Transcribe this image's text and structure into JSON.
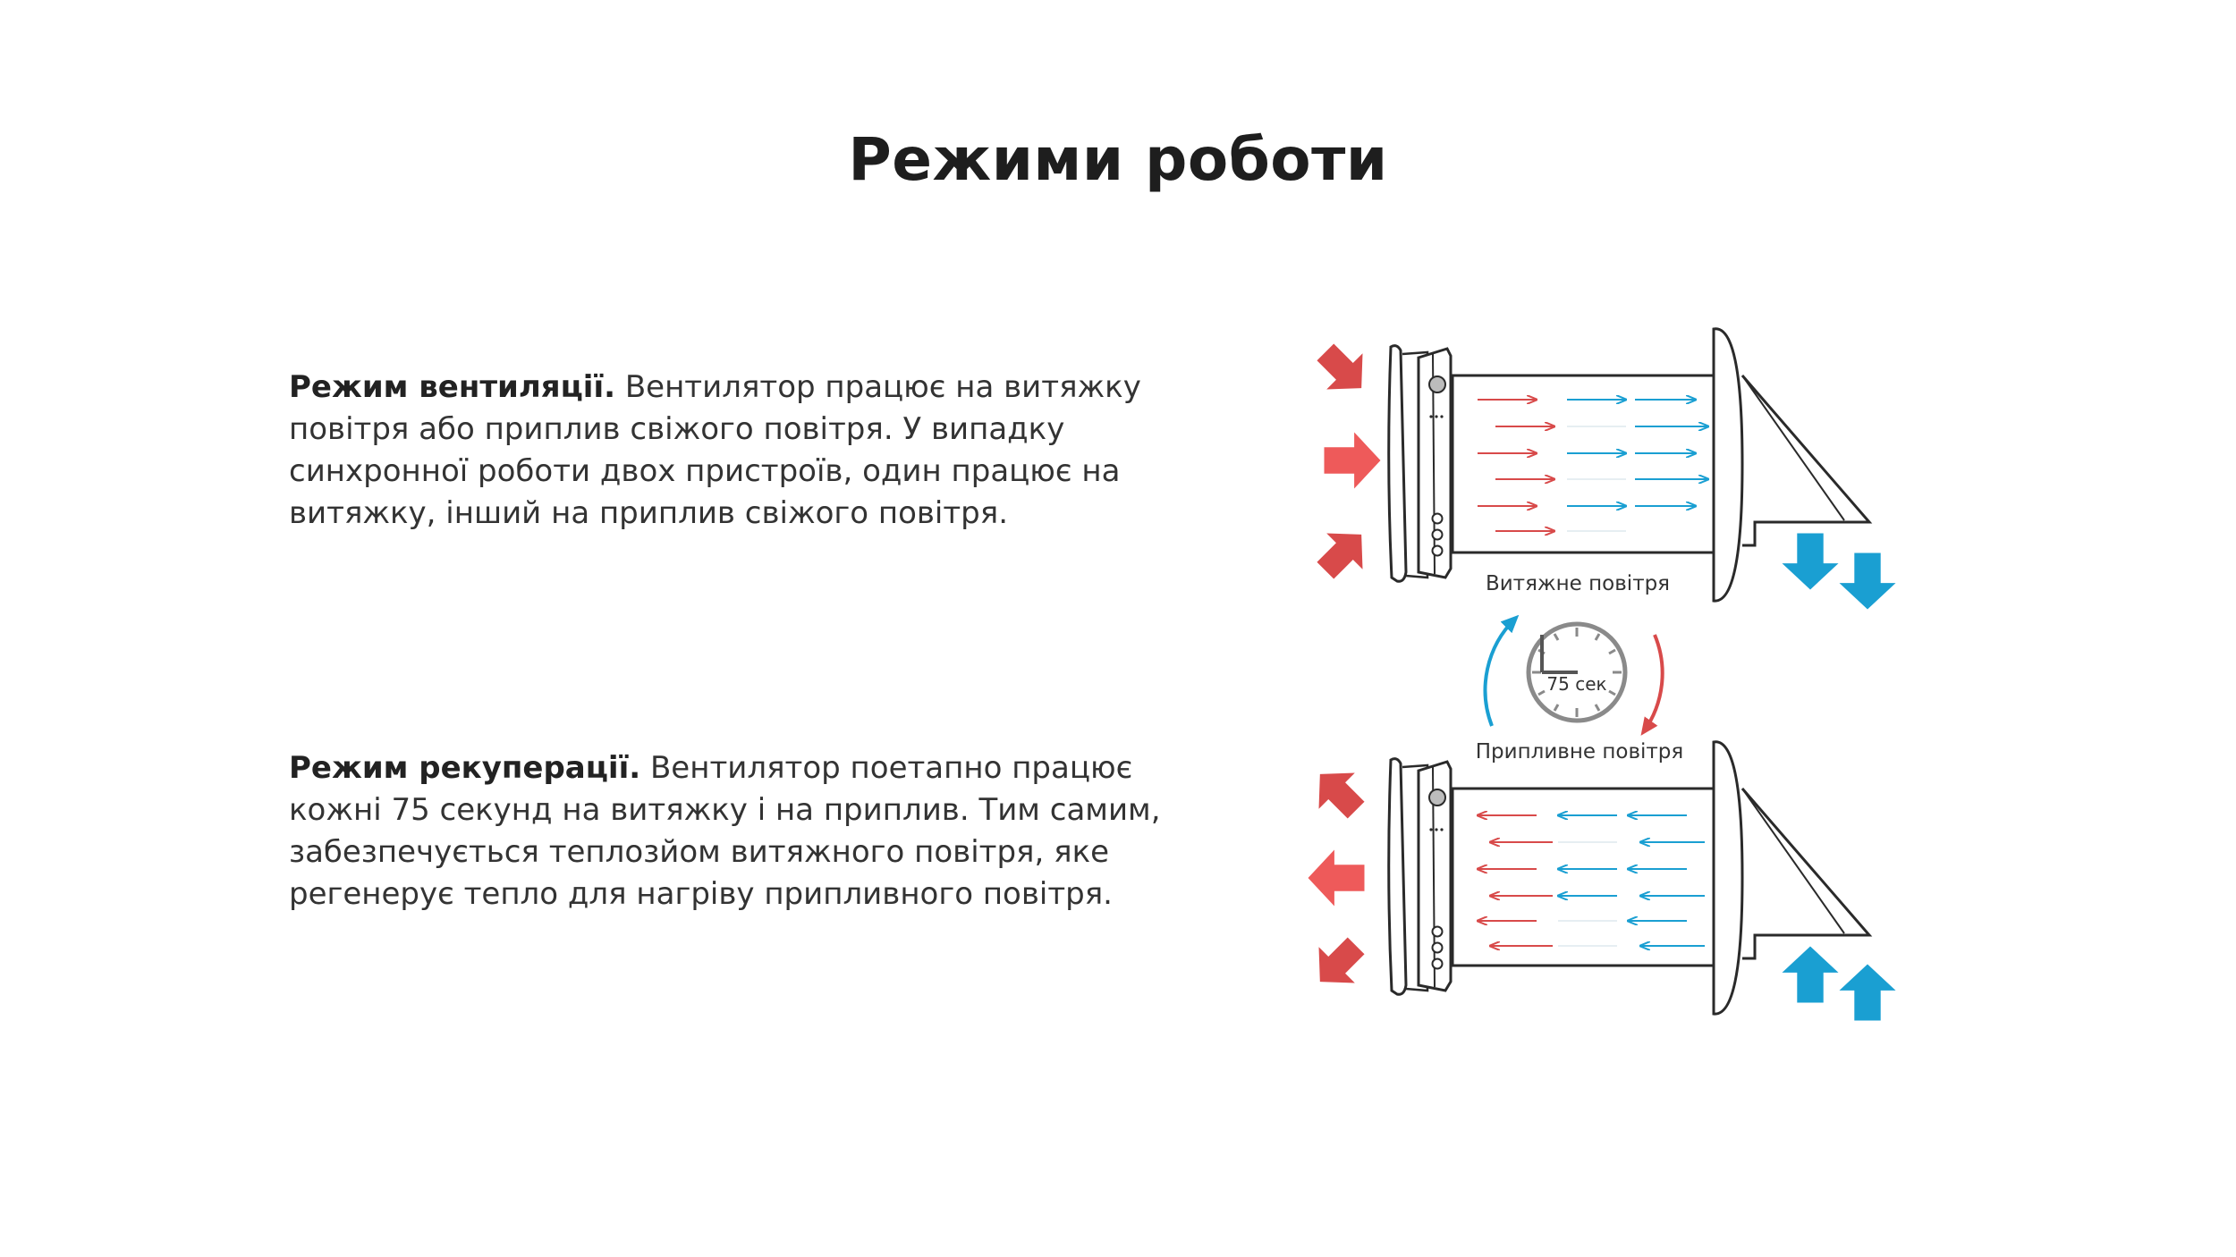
{
  "page": {
    "title": "Режими роботи"
  },
  "modes": [
    {
      "name": "Режим вентиляції.",
      "description": " Вентилятор працює на витяжку повітря або приплив свіжого повітря. У випадку синхронної роботи двох пристроїв, один працює на витяжку, інший на приплив свіжого повітря."
    },
    {
      "name": "Режим рекуперації.",
      "description": " Вентилятор поетапно працює кожні 75 секунд на витяжку і на приплив. Тим самим, забезпечується теплозйом витяжного повітря, яке регенерує тепло для нагріву припливного повітря."
    }
  ],
  "diagram": {
    "exhaust_label": "Витяжне повітря",
    "supply_label": "Припливне повітря",
    "timer_label": "75 сек",
    "colors": {
      "warm": "#d84a4a",
      "cold": "#1a9fd2",
      "outline": "#2a2a2a"
    }
  }
}
